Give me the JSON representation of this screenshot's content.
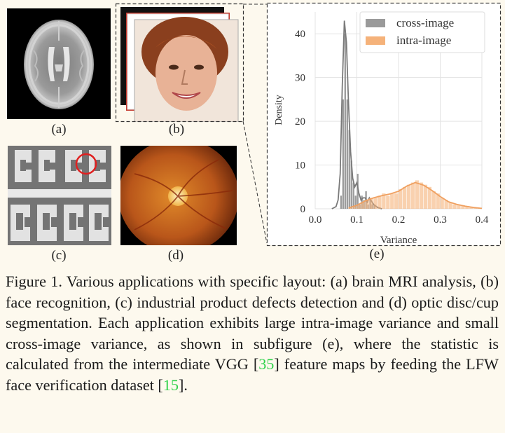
{
  "figure": {
    "subfigures": [
      {
        "id": "a",
        "label": "(a)",
        "content": "brain MRI"
      },
      {
        "id": "b",
        "label": "(b)",
        "content": "face photos"
      },
      {
        "id": "c",
        "label": "(c)",
        "content": "industrial product"
      },
      {
        "id": "d",
        "label": "(d)",
        "content": "retina fundus"
      },
      {
        "id": "e",
        "label": "(e)",
        "content": "density chart"
      }
    ]
  },
  "chart_data": {
    "type": "histogram-density",
    "xlabel": "Variance",
    "ylabel": "Density",
    "xlim": [
      0.0,
      0.4
    ],
    "ylim": [
      0,
      45
    ],
    "xticks": [
      "0.0",
      "0.1",
      "0.2",
      "0.3",
      "0.4"
    ],
    "yticks": [
      "0",
      "10",
      "20",
      "30",
      "40"
    ],
    "grid": true,
    "legend_position": "top-right",
    "series": [
      {
        "name": "cross-image",
        "color": "#8c8c8c",
        "hist": {
          "bins": [
            0.06,
            0.065,
            0.07,
            0.075,
            0.08,
            0.085,
            0.09,
            0.095,
            0.1,
            0.105,
            0.11,
            0.115,
            0.12,
            0.125,
            0.13,
            0.135,
            0.14,
            0.145
          ],
          "heights": [
            3,
            25,
            40,
            25,
            18,
            11,
            6,
            3,
            8,
            1,
            3,
            2,
            4,
            1,
            2,
            1,
            1,
            0
          ]
        },
        "kde": {
          "x": [
            0.04,
            0.05,
            0.055,
            0.06,
            0.065,
            0.07,
            0.075,
            0.08,
            0.085,
            0.09,
            0.095,
            0.1,
            0.105,
            0.11,
            0.115,
            0.12,
            0.125,
            0.13,
            0.14,
            0.15,
            0.16
          ],
          "y": [
            0,
            0.5,
            2,
            8,
            28,
            43,
            38,
            24,
            13,
            7,
            5,
            6,
            3.5,
            2,
            2.5,
            2.5,
            1.5,
            2.5,
            1,
            0.3,
            0
          ]
        }
      },
      {
        "name": "intra-image",
        "color": "#f5b27a",
        "hist": {
          "bins": [
            0.08,
            0.09,
            0.1,
            0.11,
            0.12,
            0.13,
            0.14,
            0.15,
            0.16,
            0.17,
            0.18,
            0.19,
            0.2,
            0.21,
            0.22,
            0.23,
            0.24,
            0.25,
            0.26,
            0.27,
            0.28,
            0.29,
            0.3,
            0.31,
            0.32,
            0.33,
            0.34,
            0.35,
            0.36,
            0.37,
            0.38,
            0.39
          ],
          "heights": [
            0.3,
            0.5,
            1,
            1.5,
            2,
            2.5,
            2.5,
            3,
            3.5,
            3,
            3.5,
            3.5,
            4.5,
            5,
            5.5,
            6,
            6.5,
            6,
            5.5,
            5,
            4,
            3.5,
            2.5,
            2,
            1.5,
            1,
            1,
            0.8,
            0.6,
            0.5,
            0.3,
            0.2
          ]
        },
        "kde": {
          "x": [
            0.08,
            0.1,
            0.12,
            0.14,
            0.16,
            0.18,
            0.2,
            0.22,
            0.24,
            0.26,
            0.28,
            0.3,
            0.32,
            0.34,
            0.36,
            0.38,
            0.4
          ],
          "y": [
            0.2,
            0.8,
            1.8,
            2.5,
            3.0,
            3.4,
            4.0,
            5.2,
            6.0,
            5.4,
            4.2,
            2.8,
            1.6,
            1.0,
            0.6,
            0.3,
            0.1
          ]
        }
      }
    ]
  },
  "caption": {
    "prefix": "Figure 1. Various applications with specific layout: (a) brain MRI analysis, (b) face recognition, (c) industrial product defects detection and (d) optic disc/cup segmentation. Each application exhibits large intra-image variance and small cross-image variance, as shown in subfigure (e), where the statistic is calculated from the intermediate VGG [",
    "ref1": "35",
    "middle": "] feature maps by feeding the LFW face verification dataset [",
    "ref2": "15",
    "suffix": "]."
  }
}
